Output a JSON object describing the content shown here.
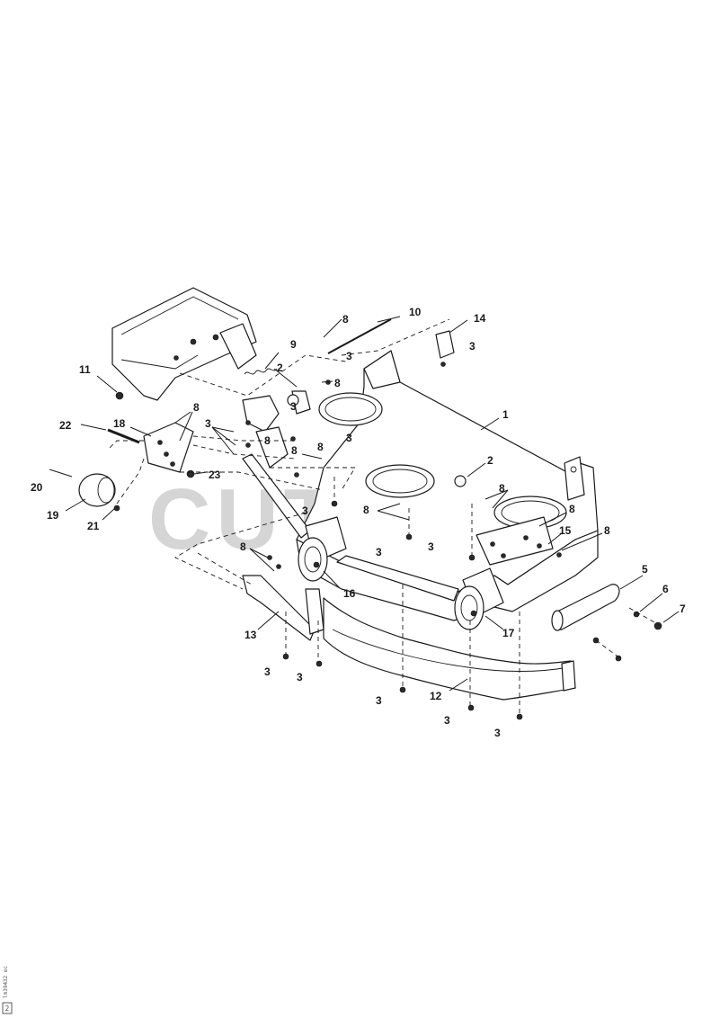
{
  "diagram": {
    "watermark": "CUTLERS",
    "side_code": "lm39432 ec",
    "corner_mark": "2",
    "callouts": [
      {
        "id": "c1",
        "label": "1"
      },
      {
        "id": "c2a",
        "label": "2"
      },
      {
        "id": "c2b",
        "label": "2"
      },
      {
        "id": "c3a",
        "label": "3"
      },
      {
        "id": "c3b",
        "label": "3"
      },
      {
        "id": "c3c",
        "label": "3"
      },
      {
        "id": "c3d",
        "label": "3"
      },
      {
        "id": "c3e",
        "label": "3"
      },
      {
        "id": "c3f",
        "label": "3"
      },
      {
        "id": "c3g",
        "label": "3"
      },
      {
        "id": "c3h",
        "label": "3"
      },
      {
        "id": "c3i",
        "label": "3"
      },
      {
        "id": "c3j",
        "label": "3"
      },
      {
        "id": "c3k",
        "label": "3"
      },
      {
        "id": "c3l",
        "label": "3"
      },
      {
        "id": "c3m",
        "label": "3"
      },
      {
        "id": "c5",
        "label": "5"
      },
      {
        "id": "c6",
        "label": "6"
      },
      {
        "id": "c7",
        "label": "7"
      },
      {
        "id": "c8a",
        "label": "8"
      },
      {
        "id": "c8b",
        "label": "8"
      },
      {
        "id": "c8c",
        "label": "8"
      },
      {
        "id": "c8d",
        "label": "8"
      },
      {
        "id": "c8e",
        "label": "8"
      },
      {
        "id": "c8f",
        "label": "8"
      },
      {
        "id": "c8g",
        "label": "8"
      },
      {
        "id": "c8h",
        "label": "8"
      },
      {
        "id": "c8i",
        "label": "8"
      },
      {
        "id": "c8j",
        "label": "8"
      },
      {
        "id": "c8k",
        "label": "8"
      },
      {
        "id": "c9",
        "label": "9"
      },
      {
        "id": "c10",
        "label": "10"
      },
      {
        "id": "c11",
        "label": "11"
      },
      {
        "id": "c12",
        "label": "12"
      },
      {
        "id": "c13",
        "label": "13"
      },
      {
        "id": "c14",
        "label": "14"
      },
      {
        "id": "c15",
        "label": "15"
      },
      {
        "id": "c16",
        "label": "16"
      },
      {
        "id": "c17",
        "label": "17"
      },
      {
        "id": "c18",
        "label": "18"
      },
      {
        "id": "c19",
        "label": "19"
      },
      {
        "id": "c20",
        "label": "20"
      },
      {
        "id": "c21",
        "label": "21"
      },
      {
        "id": "c22",
        "label": "22"
      },
      {
        "id": "c23",
        "label": "23"
      }
    ]
  }
}
